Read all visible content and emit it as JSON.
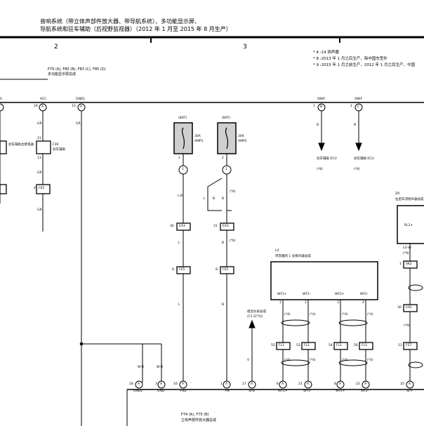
{
  "header": {
    "line1": "音响系统（带立体声部件放大器、带导航系统）、多功能显示屏、",
    "line2": "导航系统和驻车辅助（后视野监视器）（2012 年 1 月至 2015 年 8 月生产）"
  },
  "columns": [
    "2",
    "3"
  ],
  "notes": [
    "* 4 :14 扬声器",
    "* 8 :2013 年 1 月之后生产，除中国车型外",
    "* 9 :2015 年 1 月之前生产，2012 年 1 月之后生产，中国"
  ],
  "top_connector": {
    "ref": "F79 (A), F80 (B), F83 (C), F85 (D)",
    "name": "多功能显示屏总成"
  },
  "top_pins": [
    {
      "label": "S",
      "pin": "",
      "conn": "C"
    },
    {
      "label": "ACC",
      "pin": "24",
      "conn": "A"
    },
    {
      "label": "GND1",
      "pin": "13",
      "conn": "A"
    },
    {
      "label": "SWIF",
      "pin": "1",
      "conn": "B"
    },
    {
      "label": "SWIF",
      "pin": "1",
      "conn": "C"
    }
  ],
  "left_parts": {
    "junction_label": "S",
    "j_left": "4",
    "j_box": "FE5",
    "connector_pins": [
      "21",
      "13"
    ],
    "connector_ref": "F39",
    "connector_name": "驻车辅助",
    "vertical_text": "驻车辅助主继电器",
    "wire_colors": [
      "GR",
      "GR",
      "GR",
      "GR"
    ]
  },
  "fuses": [
    {
      "source": "(BAT)",
      "rating": "30A",
      "name": "AMP1",
      "pin_top": "1",
      "pin_circle": "1",
      "wire": "L-B",
      "junction_pin": "30",
      "junction": "EA3",
      "lower_pin": "8",
      "lower_junction": "FE5",
      "lower_wire": "L",
      "mid_wire": "L"
    },
    {
      "source": "(BAT)",
      "rating": "30A",
      "name": "AMP2",
      "pin_top": "2",
      "pin_circle": "1",
      "wire": "B",
      "junction_pin": "31",
      "junction": "EA3",
      "lower_pin": "8",
      "lower_junction": "FE5",
      "lower_wire": "B",
      "mid_wire": "B"
    }
  ],
  "shield_labels": {
    "left": "L",
    "mid": "B",
    "side": "(*6)",
    "side2": "(*6)"
  },
  "swif_wires": [
    {
      "color": "B",
      "vertical": "驻车辅助 ECU",
      "sub": "(*8)"
    },
    {
      "color": "B",
      "vertical": "驻车辅助 ECU",
      "sub": "(*8)"
    }
  ],
  "speaker_right": {
    "ref": "Z9",
    "name": "左后车顶扬声器总成",
    "box_pin": "RL2+",
    "wire": "LG-W",
    "wire2": "(*9)",
    "junction1_pin": "1",
    "junction1": "SK2",
    "junction2_pin": "30",
    "junction2": "EA2",
    "junction3_pin": "11",
    "junction3": "FE7",
    "junction3_wire": "(*9)"
  },
  "speaker_box": {
    "ref": "L4",
    "name": "带音箱的 1 号扬声器总成",
    "pins": [
      {
        "label": "WF1+",
        "pin": "1",
        "junction_pin": "55",
        "junction": "FL1",
        "wire": "(*4)"
      },
      {
        "label": "WF1-",
        "pin": "2",
        "junction_pin": "53",
        "junction": "FL1",
        "wire": "(*4)"
      },
      {
        "label": "WF2+",
        "pin": "3",
        "junction_pin": "54",
        "junction": "FL1",
        "wire": "(*4)"
      },
      {
        "label": "WF2-",
        "pin": "4",
        "junction_pin": "56",
        "junction": "FL1",
        "wire": "(*4)"
      }
    ]
  },
  "dsp_note": {
    "text": "组合仪表总成",
    "sub": "(C1 E(*5))"
  },
  "dsp_wire": "V",
  "bottom_connector": {
    "ref": "F74 (A), F75 (B)",
    "name": "立体声部件放大器总成",
    "pins": [
      {
        "pin": "18",
        "conn": "A",
        "label": "GND2",
        "wire": "W-B"
      },
      {
        "pin": "3",
        "conn": "A",
        "label": "GND",
        "wire": "W-B"
      },
      {
        "pin": "16",
        "conn": "A",
        "label": "+B2",
        "wire": ""
      },
      {
        "pin": "1",
        "conn": "A",
        "label": "+B",
        "wire": ""
      },
      {
        "pin": "17",
        "conn": "A",
        "label": "SPD",
        "wire": ""
      },
      {
        "pin": "6",
        "conn": "A",
        "label": "WF1+",
        "wire": ""
      },
      {
        "pin": "21",
        "conn": "A",
        "label": "WF1-",
        "wire": ""
      },
      {
        "pin": "8",
        "conn": "A",
        "label": "WF2+",
        "wire": ""
      },
      {
        "pin": "23",
        "conn": "A",
        "label": "WF2-",
        "wire": ""
      },
      {
        "pin": "10",
        "conn": "A",
        "label": "SL+",
        "wire": ""
      }
    ]
  },
  "misc": {
    "wire_swif": "B",
    "gnd_wire": "W-B",
    "b_wire": "B",
    "l_wire": "L"
  }
}
